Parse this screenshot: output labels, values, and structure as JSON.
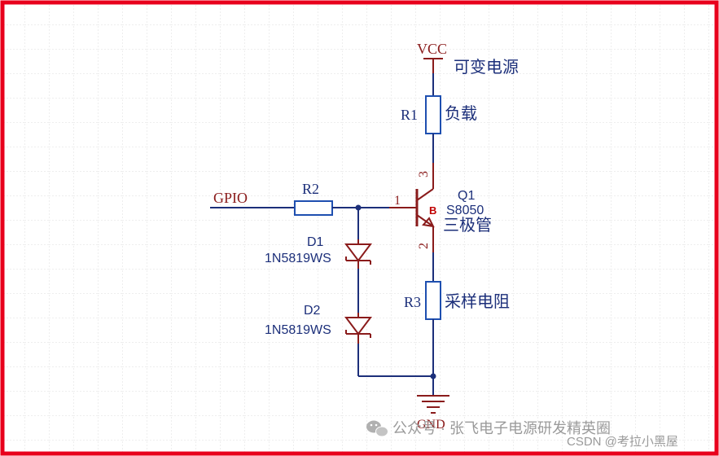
{
  "colors": {
    "border": "#e8001c",
    "grid": "#d8d8d8",
    "wire": "#1c2f7a",
    "symbol": "#8a1b1b",
    "pin_number": "#8a1b1b",
    "resistor_outline": "#1e4fb0",
    "label": "#1c2f7a",
    "watermark": "#9a9a9a"
  },
  "labels": {
    "vcc": "VCC",
    "vcc_note": "可变电源",
    "r1": "R1",
    "r1_note": "负载",
    "gpio": "GPIO",
    "r2": "R2",
    "q1": "Q1",
    "q1_part": "S8050",
    "q1_note": "三极管",
    "q1_base_pin": "1",
    "q1_collector_pin": "3",
    "q1_emitter_pin": "2",
    "q1_marker": "B",
    "d1": "D1",
    "d1_part": "1N5819WS",
    "d2": "D2",
    "d2_part": "1N5819WS",
    "r3": "R3",
    "r3_note": "采样电阻",
    "gnd": "GND"
  },
  "watermark": {
    "icon": "wechat-icon",
    "text": "公众号 · 张飞电子电源研发精英圈",
    "csdn": "CSDN @考拉小黑屋"
  }
}
